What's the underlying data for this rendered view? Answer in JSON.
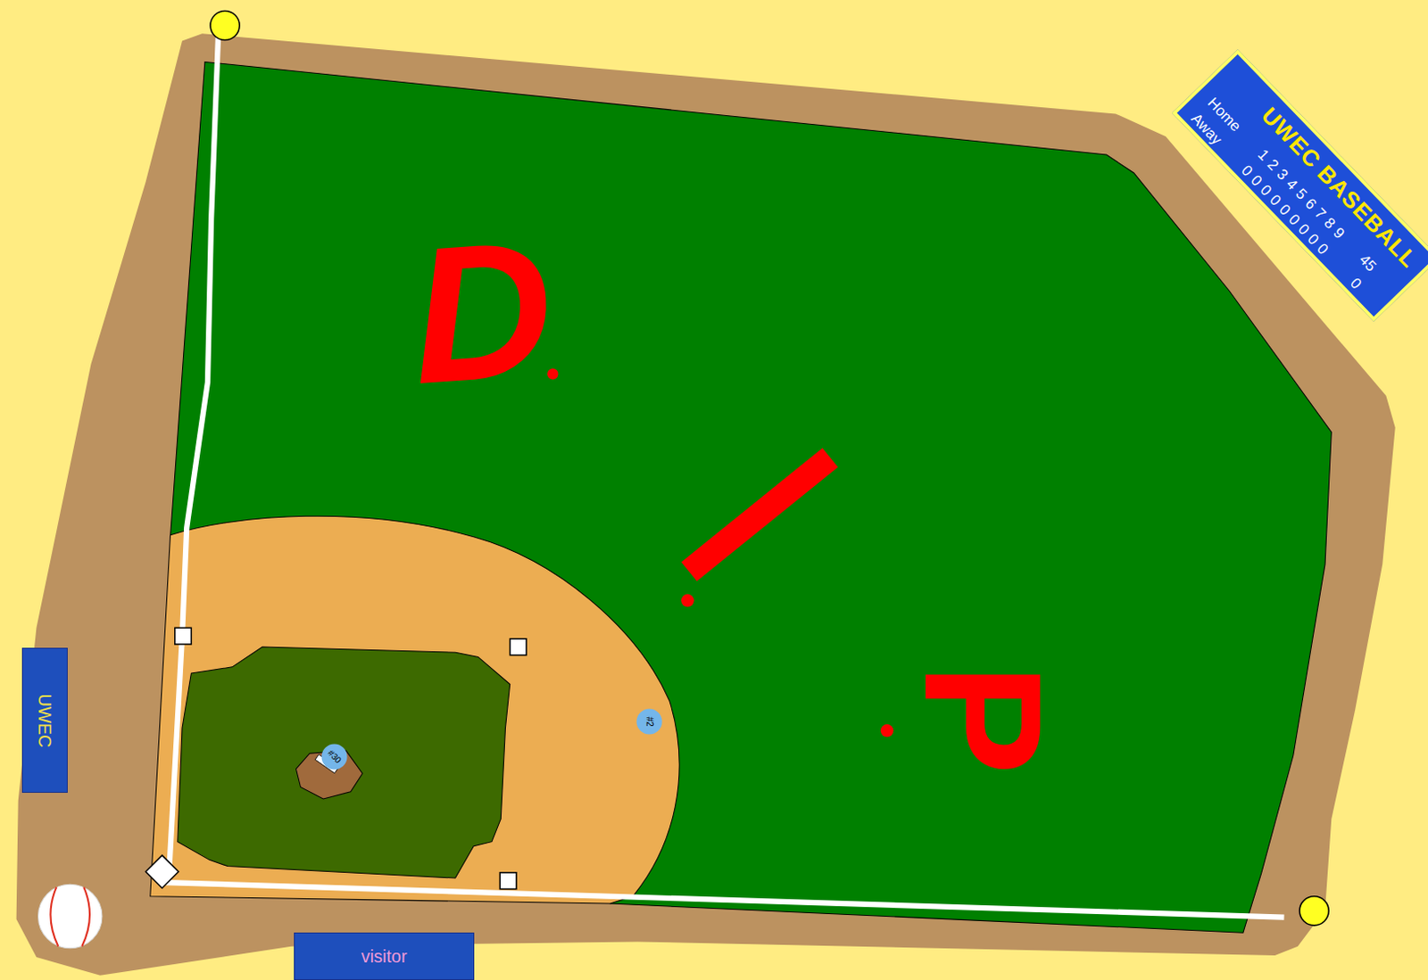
{
  "diagram": {
    "nodes": [
      {
        "text": [
          "UWEC BASEBALL",
          "Home",
          "Away",
          "123456789",
          "45",
          "000000000",
          "0"
        ]
      },
      {
        "text": [
          "UWEC"
        ]
      },
      {
        "text": [
          "visitor"
        ]
      },
      {
        "text": [
          "#30"
        ]
      },
      {
        "text": [
          "#2"
        ]
      }
    ],
    "labels": [
      "D",
      "I",
      "P"
    ]
  }
}
